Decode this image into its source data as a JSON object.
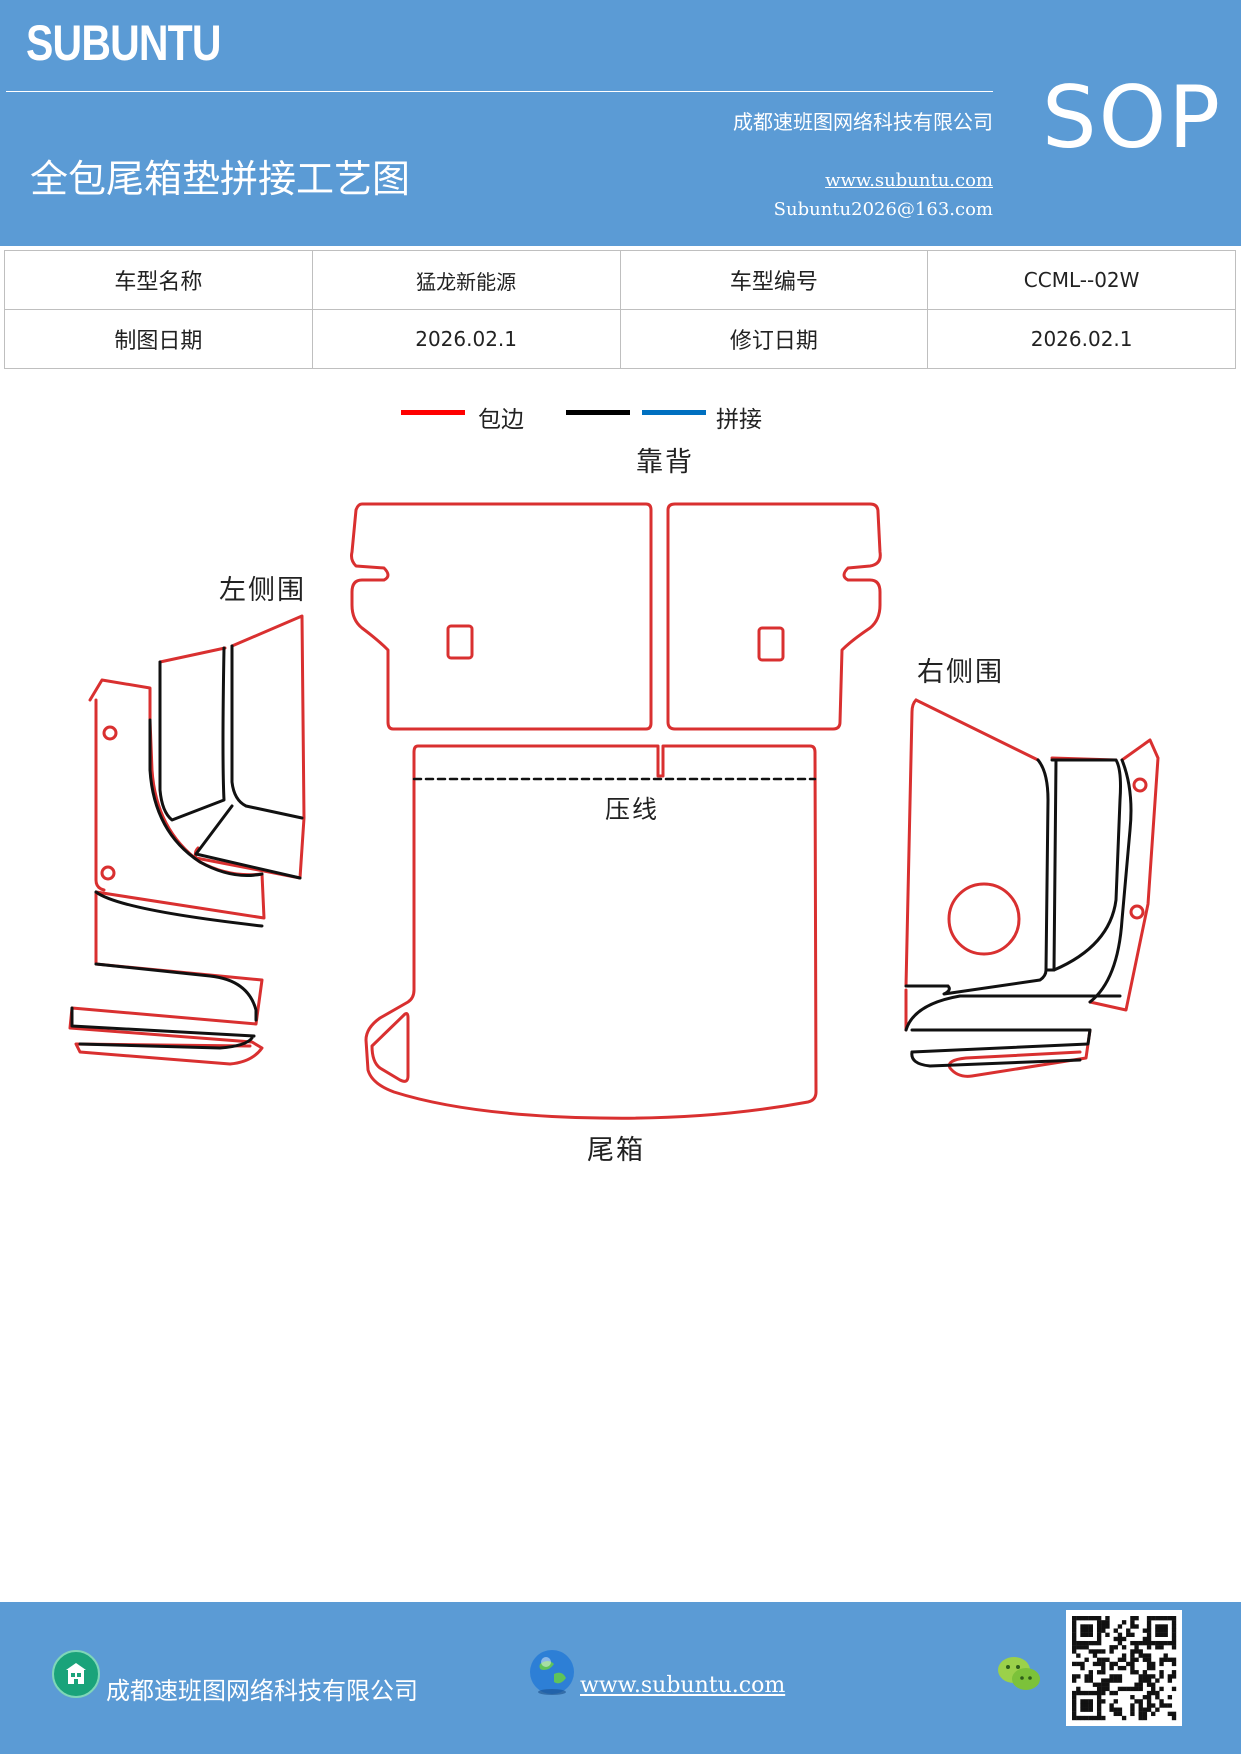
{
  "header": {
    "brand": "SUBUNTU",
    "company": "成都速班图网络科技有限公司",
    "title": "全包尾箱垫拼接工艺图",
    "website": "www.subuntu.com",
    "email": "Subuntu2026@163.com",
    "badge": "SOP"
  },
  "info": {
    "model_name_label": "车型名称",
    "model_name_value": "猛龙新能源",
    "model_code_label": "车型编号",
    "model_code_value": "CCML--02W",
    "draw_date_label": "制图日期",
    "draw_date_value": "2026.02.1",
    "revise_date_label": "修订日期",
    "revise_date_value": "2026.02.1"
  },
  "legend": {
    "items": [
      {
        "label": "包边",
        "color": "#ff0000"
      },
      {
        "label": "",
        "color": "#000000"
      },
      {
        "label": "拼接",
        "color": "#0070c0"
      }
    ]
  },
  "diagram": {
    "label_backrest": "靠背",
    "label_left": "左侧围",
    "label_right": "右侧围",
    "label_crease": "压线",
    "label_trunk": "尾箱",
    "edge_color": "#d93030",
    "seam_color": "#111111"
  },
  "footer": {
    "company": "成都速班图网络科技有限公司",
    "website": "www.subuntu.com "
  }
}
